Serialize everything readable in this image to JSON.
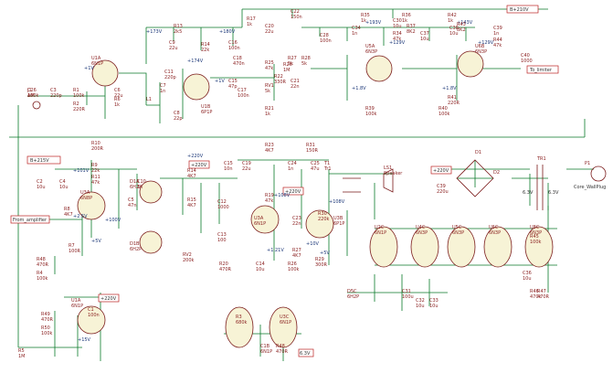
{
  "net_labels": {
    "bplus_top": "B+210V",
    "bplus_left": "B+215V",
    "from_amp": "From_amplifier",
    "to_limiter": "To_limiter",
    "v220_ps": "+220V",
    "v220_lower": "+220V",
    "v220_mid": "+220V",
    "v220_mid2": "+220V",
    "v63a": "6.3V",
    "v63b": "6.3V",
    "v63c": "6.3V",
    "core_plug": "Core_WallPlug"
  },
  "voltages": [
    "+173V",
    "+180V",
    "+174V",
    "+1V",
    "+1.8V",
    "+1.8V",
    "+193V",
    "+129V",
    "+143V",
    "+129V",
    "+1V",
    "+2.5V",
    "+100V",
    "+108V",
    "+101V",
    "+220V",
    "+5V",
    "+5V",
    "+1.21V",
    "+10V",
    "+15V",
    "+108V"
  ],
  "parts": [
    {
      "id": "J1",
      "v": "AM"
    },
    {
      "id": "C3",
      "v": "220p"
    },
    {
      "id": "R1",
      "v": "100k"
    },
    {
      "id": "R2",
      "v": "220R"
    },
    {
      "id": "C6",
      "v": "22u"
    },
    {
      "id": "R6",
      "v": "1k"
    },
    {
      "id": "U1A",
      "v": "6N1P"
    },
    {
      "id": "L1",
      "v": ""
    },
    {
      "id": "C7",
      "v": "1n"
    },
    {
      "id": "C8",
      "v": "22p"
    },
    {
      "id": "R13",
      "v": "2k5"
    },
    {
      "id": "C9",
      "v": "22u"
    },
    {
      "id": "R14",
      "v": "22k"
    },
    {
      "id": "C16",
      "v": "100n"
    },
    {
      "id": "C20",
      "v": "22u"
    },
    {
      "id": "R17",
      "v": "1k"
    },
    {
      "id": "C22",
      "v": "150n"
    },
    {
      "id": "C11",
      "v": "220p"
    },
    {
      "id": "U1B",
      "v": "6P1P"
    },
    {
      "id": "C18",
      "v": "470n"
    },
    {
      "id": "R25",
      "v": "47k"
    },
    {
      "id": "R26",
      "v": "1M"
    },
    {
      "id": "C15",
      "v": "47p"
    },
    {
      "id": "C17",
      "v": "100n"
    },
    {
      "id": "RV1",
      "v": "5k"
    },
    {
      "id": "R21",
      "v": "1k"
    },
    {
      "id": "R22",
      "v": "330R"
    },
    {
      "id": "R27",
      "v": "5k"
    },
    {
      "id": "R28",
      "v": "5k"
    },
    {
      "id": "C21",
      "v": "22n"
    },
    {
      "id": "C28",
      "v": "100n"
    },
    {
      "id": "C34",
      "v": "1n"
    },
    {
      "id": "R34",
      "v": "47k"
    },
    {
      "id": "R35",
      "v": "1k"
    },
    {
      "id": "C30",
      "v": "10u"
    },
    {
      "id": "R36",
      "v": "1k"
    },
    {
      "id": "R37",
      "v": "8K2"
    },
    {
      "id": "U5A",
      "v": "6N3P"
    },
    {
      "id": "C37",
      "v": "10u"
    },
    {
      "id": "R39",
      "v": "100k"
    },
    {
      "id": "R40",
      "v": "100k"
    },
    {
      "id": "R41",
      "v": "220R"
    },
    {
      "id": "R42",
      "v": "1k"
    },
    {
      "id": "C38",
      "v": "10u"
    },
    {
      "id": "R43",
      "v": "8K2"
    },
    {
      "id": "U6B",
      "v": "6N3P"
    },
    {
      "id": "C39",
      "v": "1n"
    },
    {
      "id": "R44",
      "v": "47k"
    },
    {
      "id": "C40",
      "v": "1000"
    },
    {
      "id": "R45",
      "v": "100k"
    },
    {
      "id": "R46",
      "v": "470k"
    },
    {
      "id": "R10",
      "v": "200R"
    },
    {
      "id": "R9",
      "v": "22k"
    },
    {
      "id": "R11",
      "v": "47k"
    },
    {
      "id": "C2",
      "v": "10u"
    },
    {
      "id": "C4",
      "v": "10u"
    },
    {
      "id": "R8",
      "v": "4K7"
    },
    {
      "id": "R7",
      "v": "100R"
    },
    {
      "id": "U3A",
      "v": "6N8P"
    },
    {
      "id": "C5",
      "v": "47n"
    },
    {
      "id": "C10",
      "v": "1n"
    },
    {
      "id": "D1A",
      "v": "6H2P"
    },
    {
      "id": "D1B",
      "v": "6H2P"
    },
    {
      "id": "R14",
      "v": "4K7"
    },
    {
      "id": "R15",
      "v": "4K7"
    },
    {
      "id": "C12",
      "v": "1000"
    },
    {
      "id": "C13",
      "v": "100"
    },
    {
      "id": "RV2",
      "v": "200k"
    },
    {
      "id": "C15",
      "v": "10n"
    },
    {
      "id": "C19",
      "v": "22u"
    },
    {
      "id": "R23",
      "v": "4K7"
    },
    {
      "id": "C24",
      "v": "1n"
    },
    {
      "id": "C25",
      "v": "47u"
    },
    {
      "id": "R31",
      "v": "150R"
    },
    {
      "id": "R19",
      "v": "47k"
    },
    {
      "id": "U3A",
      "v": "6N1P"
    },
    {
      "id": "C23",
      "v": "22n"
    },
    {
      "id": "R30",
      "v": "220k"
    },
    {
      "id": "U3B",
      "v": "6P1P"
    },
    {
      "id": "R20",
      "v": "470R"
    },
    {
      "id": "C14",
      "v": "10u"
    },
    {
      "id": "R26",
      "v": "100k"
    },
    {
      "id": "R27",
      "v": "4K7"
    },
    {
      "id": "R29",
      "v": "300R"
    },
    {
      "id": "T1",
      "v": "Tr1"
    },
    {
      "id": "LS1",
      "v": "Speaker"
    },
    {
      "id": "D1",
      "v": ""
    },
    {
      "id": "D2",
      "v": ""
    },
    {
      "id": "C39",
      "v": "220u"
    },
    {
      "id": "TR1",
      "v": ""
    },
    {
      "id": "P1",
      "v": ""
    },
    {
      "id": "U2C",
      "v": "6N1P"
    },
    {
      "id": "U4C",
      "v": "6N3P"
    },
    {
      "id": "U5C",
      "v": "6N3P"
    },
    {
      "id": "U6C",
      "v": "6N3P"
    },
    {
      "id": "U8C",
      "v": "6N3P"
    },
    {
      "id": "D5C",
      "v": "6H2P"
    },
    {
      "id": "C31",
      "v": "100u"
    },
    {
      "id": "C32",
      "v": "10u"
    },
    {
      "id": "C33",
      "v": "10u"
    },
    {
      "id": "C36",
      "v": "10u"
    },
    {
      "id": "R47",
      "v": "470R"
    },
    {
      "id": "R48",
      "v": "470R"
    },
    {
      "id": "R4",
      "v": "100k"
    },
    {
      "id": "R5",
      "v": "1M"
    },
    {
      "id": "C1",
      "v": "100n"
    },
    {
      "id": "U1A",
      "v": "6N1P"
    },
    {
      "id": "R3",
      "v": "680k"
    },
    {
      "id": "U3C",
      "v": "6N1P"
    },
    {
      "id": "C1B",
      "v": "6N1P"
    },
    {
      "id": "R48",
      "v": "470R"
    },
    {
      "id": "R49",
      "v": "470R"
    },
    {
      "id": "R50",
      "v": "100k"
    },
    {
      "id": "C26",
      "v": "100k"
    }
  ]
}
